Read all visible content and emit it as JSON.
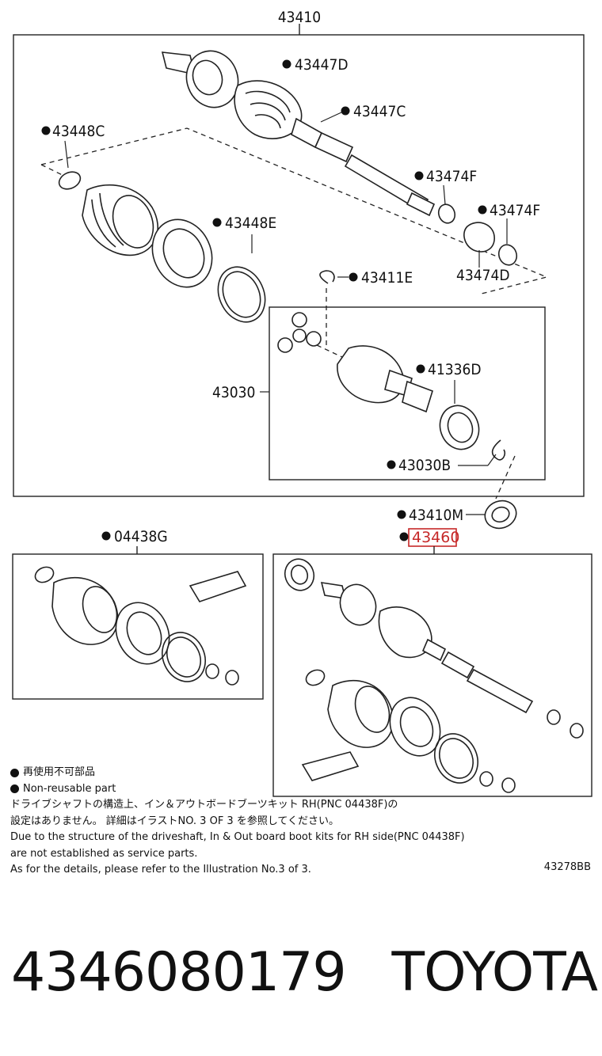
{
  "callouts": {
    "c43410": "43410",
    "c43447D": "43447D",
    "c43447C": "43447C",
    "c43448C": "43448C",
    "c43474F_1": "43474F",
    "c43474F_2": "43474F",
    "c43448E": "43448E",
    "c43474D": "43474D",
    "c43411E": "43411E",
    "c41336D": "41336D",
    "c43030": "43030",
    "c43030B": "43030B",
    "c43410M": "43410M",
    "c04438G": "04438G",
    "c43460": "43460"
  },
  "legend": {
    "item_jp": "再使用不可部品",
    "item_en": "Non-reusable part"
  },
  "notes": {
    "jp_line1": "ドライブシャフトの構造上、イン＆アウトボードブーツキット  RH(PNC 04438F)の",
    "jp_line2": "設定はありません。  詳細はイラストNO. 3 OF 3 を参照してください。",
    "en_line1": "Due to the structure of the driveshaft, In & Out board boot kits for RH side(PNC 04438F)",
    "en_line2": "are not established as service parts.",
    "en_line3": "As for the details, please refer to the Illustration No.3 of 3."
  },
  "drawing_number": "43278BB",
  "part_number": "4346080179",
  "brand": "TOYOTA",
  "highlight_color": "#c62828"
}
